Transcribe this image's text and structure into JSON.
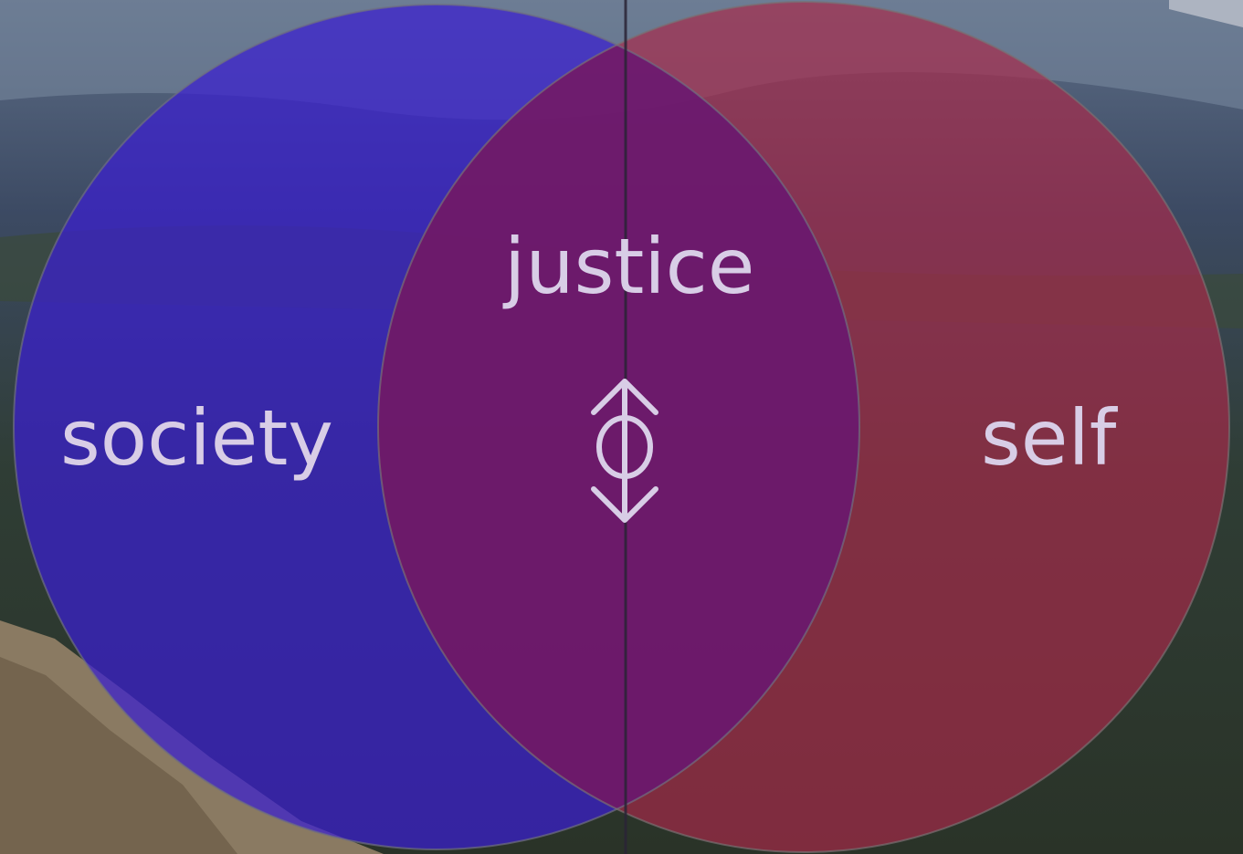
{
  "diagram": {
    "type": "venn",
    "labels": {
      "left": "society",
      "intersection": "justice",
      "right": "self"
    },
    "colors": {
      "left_circle": "#3a1fd0",
      "right_circle": "#a82a4a",
      "overlap": "#6a1a80",
      "label_text": "#d8cde6",
      "symbol": "#d8cde6"
    },
    "symbol": "double-arrow-circle-icon"
  }
}
